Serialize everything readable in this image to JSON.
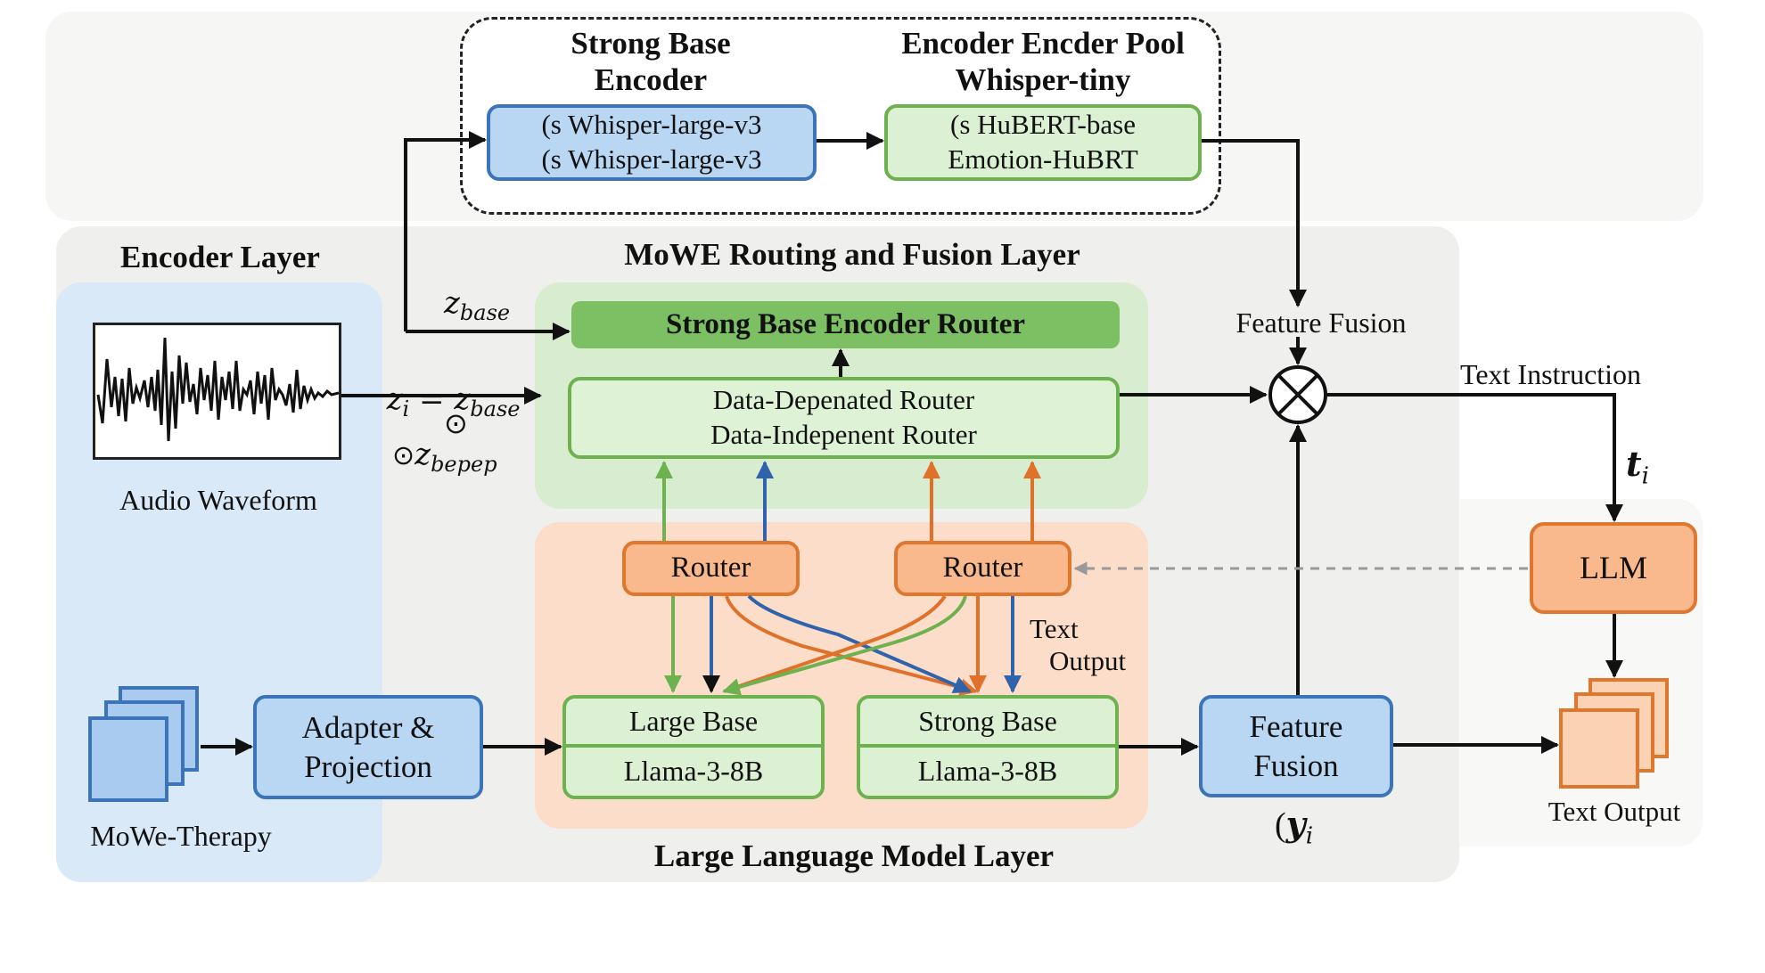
{
  "colors": {
    "blue_fill": "#b9d7f3",
    "blue_border": "#3b74b8",
    "green_fill": "#dcf0d4",
    "green_border": "#6db24e",
    "green_header": "#7cc063",
    "orange_fill": "#f9b98c",
    "orange_border": "#e0772e",
    "arrow_green": "#6db24e",
    "arrow_blue": "#2f64ad",
    "arrow_orange": "#e0712a",
    "arrow_gray": "#999999"
  },
  "encoder_pool": {
    "strong_base_title": [
      "Strong Base",
      "Encoder"
    ],
    "strong_base_box": [
      "(s Whisper-large-v3",
      "(s Whisper-large-v3"
    ],
    "pool_title": [
      "Encoder Encder Pool",
      "Whisper-tiny"
    ],
    "pool_box": [
      "(s HuBERT-base",
      "Emotion-HuBRT"
    ]
  },
  "encoder_layer": {
    "title": "Encoder Layer",
    "waveform_label": "Audio Waveform",
    "therapy_label": "MoWe-Therapy",
    "adapter_box": [
      "Adapter &",
      "Projection"
    ]
  },
  "equations": {
    "z_base": "z",
    "z_base_sub": "base",
    "zi_lhs": "z",
    "zi_lhs_sub": "i",
    "zi_eq": " = z",
    "zi_rhs_sub": "base",
    "odot": "⊙",
    "z_bepep": "z",
    "z_bepep_sub": "bepep"
  },
  "routing_layer": {
    "title": "MoWE Routing and Fusion Layer",
    "strong_router": "Strong Base Encoder Router",
    "data_router": [
      "Data-Depenated Router",
      "Data-Indepenent Router"
    ]
  },
  "llm_layer": {
    "title": "Large Language Model Layer",
    "router_left": "Router",
    "router_right": "Router",
    "text_output_note": [
      "Text",
      "Output"
    ],
    "large_base": [
      "Large Base",
      "Llama-3-8B"
    ],
    "strong_base": [
      "Strong Base",
      "Llama-3-8B"
    ]
  },
  "fusion": {
    "feature_fusion_label": "Feature Fusion",
    "fusion_symbol": "⊗",
    "text_instruction": "Text Instruction",
    "t_i": "t",
    "t_i_sub": "i",
    "feature_fusion_box": [
      "Feature",
      "Fusion"
    ],
    "y_i_prefix": "(",
    "y_i": "y",
    "y_i_sub": "i"
  },
  "output": {
    "llm_box": "LLM",
    "text_output_label": "Text Output"
  }
}
